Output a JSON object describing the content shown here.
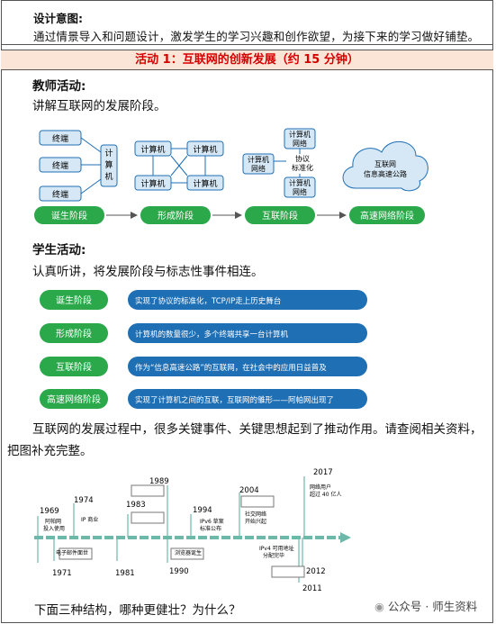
{
  "design": {
    "title": "设计意图:",
    "text": "通过情景导入和问题设计，激发学生的学习兴趣和创作欲望，为接下来的学习做好铺垫。"
  },
  "activity": {
    "title": "活动 1：互联网的创新发展（约 15 分钟）"
  },
  "teacher": {
    "heading": "教师活动:",
    "text": "讲解互联网的发展阶段。"
  },
  "diagram1": {
    "terminal": "终端",
    "computer": "计算机",
    "computer_stack": [
      "计",
      "算",
      "机"
    ],
    "network_computer": [
      "计算机",
      "网络"
    ],
    "protocol": [
      "协议",
      "标准化"
    ],
    "cloud": [
      "互联网",
      "信息高速公路"
    ],
    "stages": [
      "诞生阶段",
      "形成阶段",
      "互联阶段",
      "高速网络阶段"
    ]
  },
  "student": {
    "heading": "学生活动:",
    "text": "认真听讲，将发展阶段与标志性事件相连。"
  },
  "matching": {
    "stages": [
      "诞生阶段",
      "形成阶段",
      "互联阶段",
      "高速网络阶段"
    ],
    "events": [
      "实现了协议的标准化，TCP/IP走上历史舞台",
      "计算机的数量很少，多个终端共享一台计算机",
      "作为“信息高速公路”的互联网，在社会中的应用日益普及",
      "实现了计算机之间的互联，互联网的雏形——阿帕网出现了"
    ]
  },
  "paragraph": "互联网的发展过程中，很多关键事件、关键思想起到了推动作用。请查阅相关资料，把图补充完整。",
  "timeline": {
    "years_top": [
      "1969",
      "1974",
      "1983",
      "1989",
      "1994",
      "2004",
      "2017"
    ],
    "years_bottom": [
      "1971",
      "1981",
      "1990",
      "2011",
      "2012"
    ],
    "events_top": [
      "阿帕网",
      "投入使用",
      "IP 商业",
      "IPv6 草案",
      "标准公布",
      "社交网络",
      "开始兴起",
      "网络用户",
      "超过 40 亿人"
    ],
    "events_bottom": [
      "电子邮件面世",
      "浏览器诞生",
      "IPv4 可用地址",
      "分配完毕"
    ]
  },
  "question": "下面三种结构，哪种更健壮？为什么？",
  "watermark": "公众号 · 师生资料",
  "colors": {
    "accent_red": "#d40000",
    "stage_green": "#2aa84a",
    "event_blue": "#1f6fb5",
    "diagram_blue": "#d6e8f5",
    "timeline": "#6cb9a9"
  }
}
